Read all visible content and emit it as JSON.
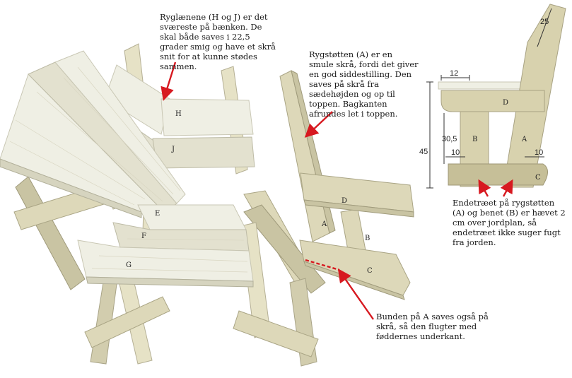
{
  "annotations": {
    "ryglaenene": "Ryglænene (H og J) er det sværeste på bænken. De skal både saves i 22,5 grader smig og have et skrå snit for at kunne stødes sammen.",
    "rygstotten": "Rygstøtten (A) er en smule skrå, fordi det giver en god siddestilling. Den saves på skrå fra sædehøjden og op til toppen. Bagkanten afrundes let i toppen.",
    "bunden": "Bunden på A saves også på skrå, så den flugter med føddernes underkant.",
    "endetraeet": "Endetræet på rygstøtten (A) og benet (B) er hævet 2 cm over jordplan, så endetræet ikke suger fugt fra jorden."
  },
  "bench_labels": {
    "h": "H",
    "j": "J",
    "e": "E",
    "f": "F",
    "g": "G"
  },
  "side_labels": {
    "a": "A",
    "b": "B",
    "c": "C",
    "d": "D"
  },
  "tech_labels": {
    "a": "A",
    "b": "B",
    "c": "C",
    "d": "D"
  },
  "dimensions": {
    "d25": "25",
    "d12": "12",
    "d45": "45",
    "d30_5": "30,5",
    "d10_left": "10",
    "d10_right": "10"
  },
  "colors": {
    "arrow": "#d71920",
    "wood": "#efefe4"
  }
}
